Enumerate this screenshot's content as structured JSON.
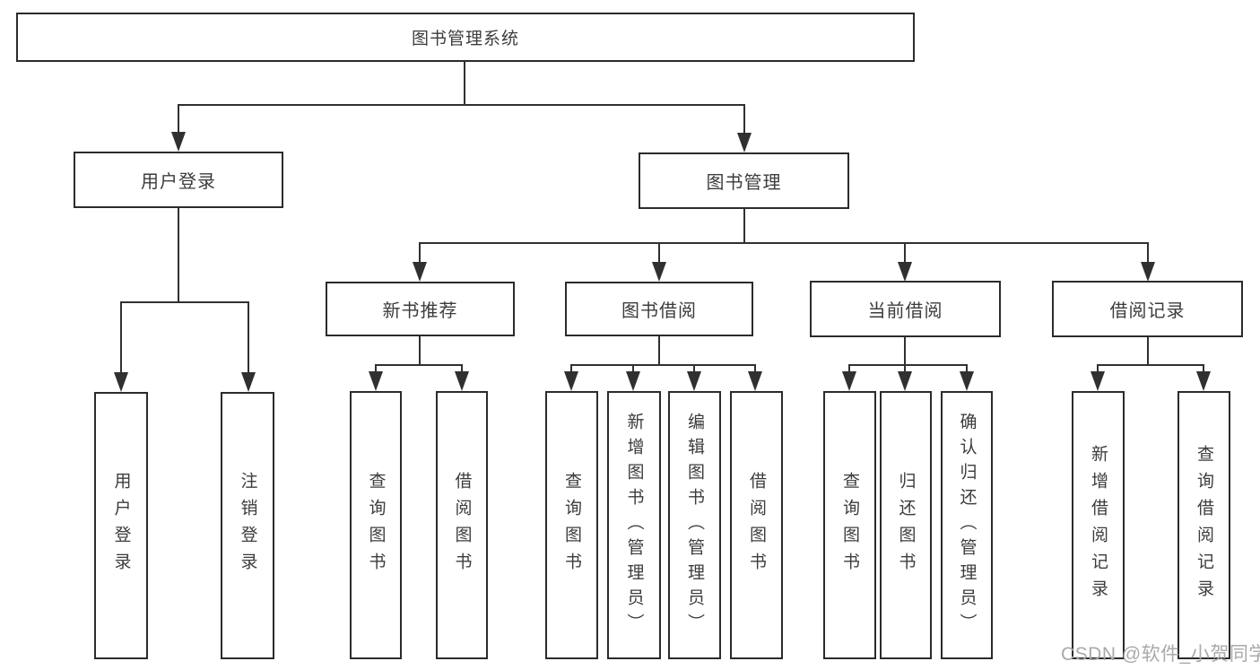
{
  "diagram": {
    "root": {
      "label": "图书管理系统"
    },
    "level2": {
      "user_login": {
        "label": "用户登录"
      },
      "book_mgmt": {
        "label": "图书管理"
      }
    },
    "user_login_children": {
      "login": {
        "label": "用户登录"
      },
      "logout": {
        "label": "注销登录"
      }
    },
    "level3": {
      "new_book": {
        "label": "新书推荐"
      },
      "book_borrow": {
        "label": "图书借阅"
      },
      "current_borrow": {
        "label": "当前借阅"
      },
      "borrow_record": {
        "label": "借阅记录"
      }
    },
    "new_book_children": {
      "query_book": {
        "label": "查询图书"
      },
      "borrow_book": {
        "label": "借阅图书"
      }
    },
    "book_borrow_children": {
      "query_book": {
        "label": "查询图书"
      },
      "add_book": {
        "label": "新增图书（管理员）"
      },
      "edit_book": {
        "label": "编辑图书（管理员）"
      },
      "borrow_book": {
        "label": "借阅图书"
      }
    },
    "current_borrow_children": {
      "query_book": {
        "label": "查询图书"
      },
      "return_book": {
        "label": "归还图书"
      },
      "confirm_return": {
        "label": "确认归还（管理员）"
      }
    },
    "borrow_record_children": {
      "add_record": {
        "label": "新增借阅记录"
      },
      "query_record": {
        "label": "查询借阅记录"
      }
    },
    "colors": {
      "line": "#303030",
      "border": "#2b2b2b",
      "text": "#3c3c3c",
      "watermark": "#a9a9a9"
    }
  },
  "watermark": {
    "label": "CSDN @软件_小贺同学"
  }
}
